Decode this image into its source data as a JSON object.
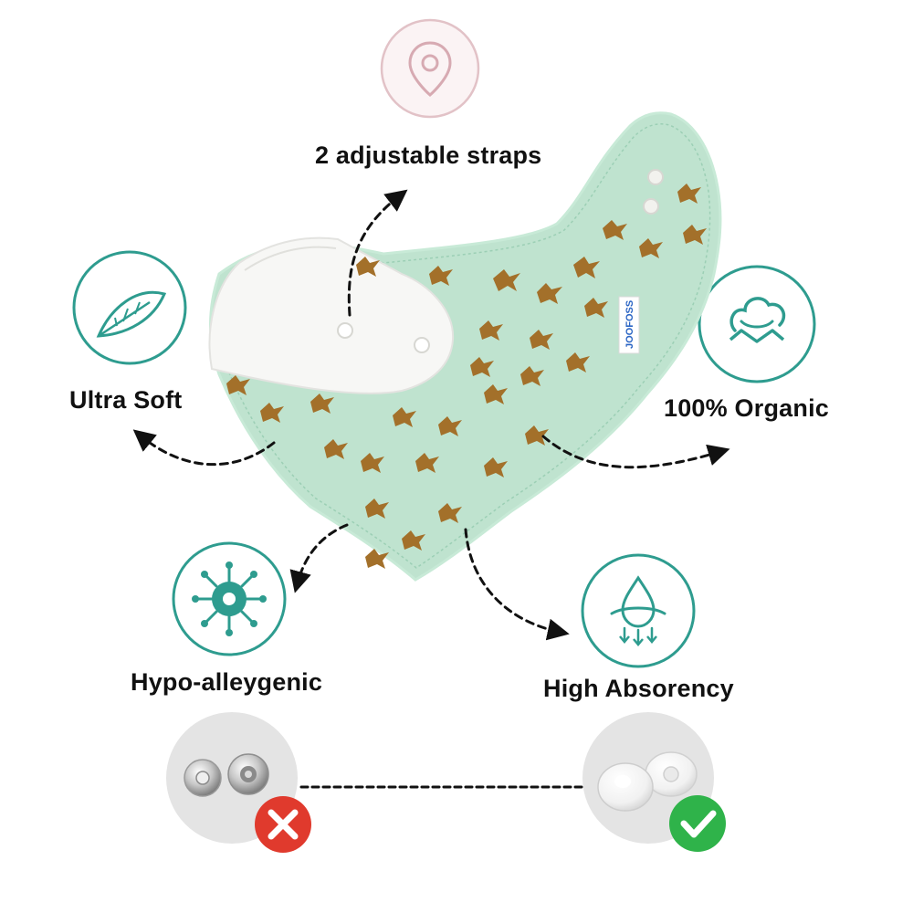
{
  "features": [
    {
      "id": "straps",
      "label": "2 adjustable straps",
      "icon": "location-pin-icon"
    },
    {
      "id": "soft",
      "label": "Ultra Soft",
      "icon": "feather-icon"
    },
    {
      "id": "organic",
      "label": "100% Organic",
      "icon": "cotton-flower-icon"
    },
    {
      "id": "hypo",
      "label": "Hypo-alleygenic",
      "icon": "virus-icon"
    },
    {
      "id": "absorb",
      "label": "High Absorency",
      "icon": "water-drop-icon"
    }
  ],
  "product": {
    "name": "bandana-bib",
    "brand_tag": "JOOFOSS"
  },
  "comparison": {
    "bad": {
      "icon": "metal-snap-icon",
      "badge": "cross-icon"
    },
    "good": {
      "icon": "plastic-snap-icon",
      "badge": "check-icon"
    }
  },
  "colors": {
    "teal": "#2e9c8f",
    "pink_ring": "#e2c2c7",
    "bib_green": "#bfe3cf",
    "bird_brown": "#a3702a",
    "bad_red": "#e03a2d",
    "good_green": "#2fb34a",
    "gray_circle": "#e4e4e4"
  }
}
